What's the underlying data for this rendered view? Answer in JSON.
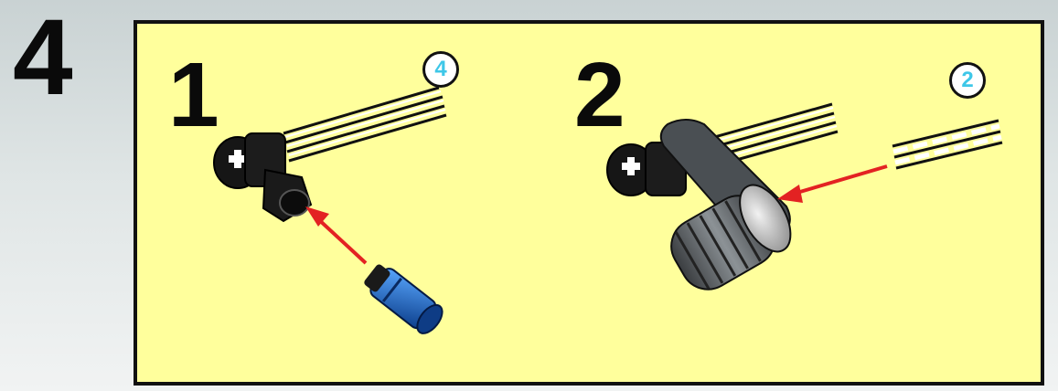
{
  "page_number": "4",
  "steps": [
    {
      "number": "1",
      "quantity": "4",
      "part_color": "#1e6fd9",
      "target_color": "#111111"
    },
    {
      "number": "2",
      "quantity": "2",
      "part_color": "#9aa0a4",
      "target_color": "#222222"
    }
  ],
  "colors": {
    "panel_background": "#ffff9c",
    "arrow": "#e32222",
    "quantity_text": "#3ec7e8"
  }
}
